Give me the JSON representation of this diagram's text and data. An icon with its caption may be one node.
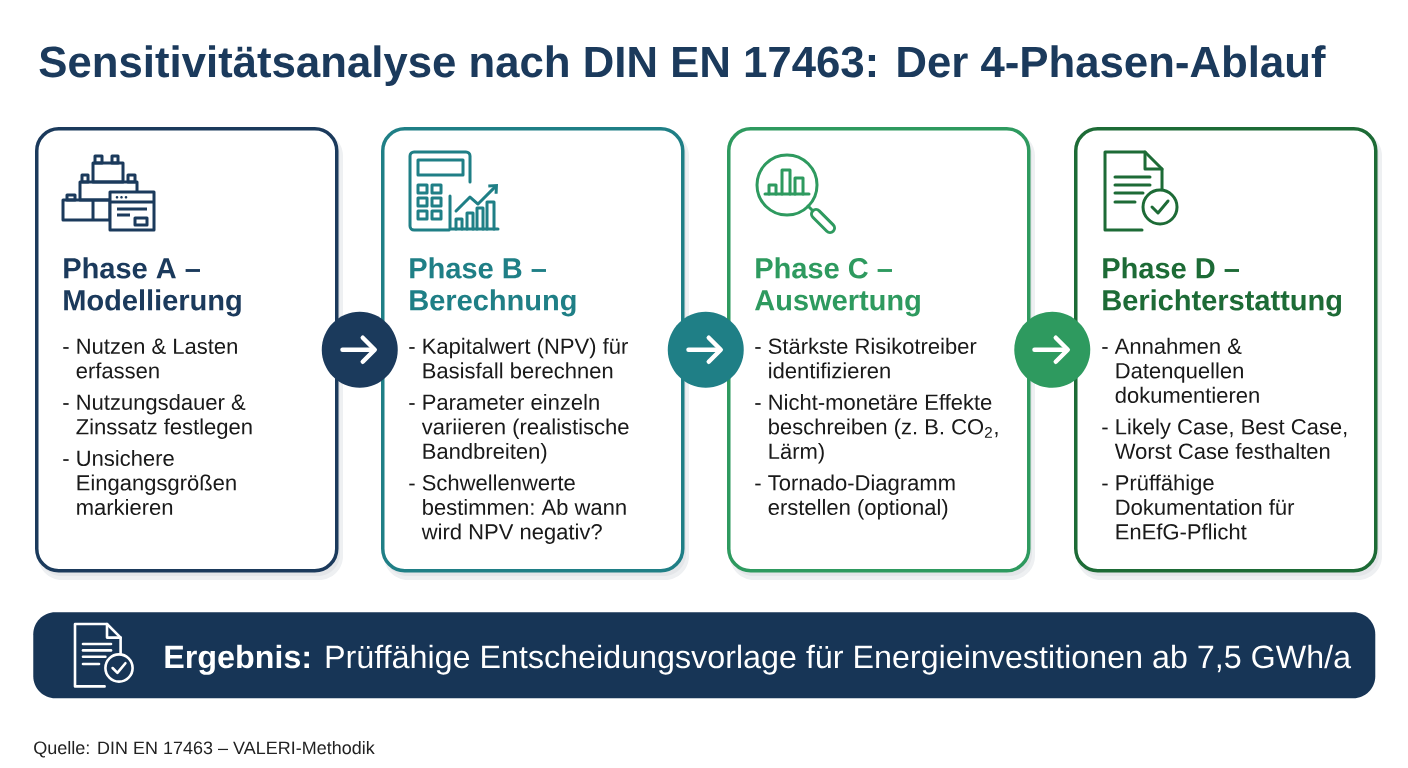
{
  "diagram": {
    "title": "Sensitivitätsanalyse nach DIN EN 17463: Der 4-Phasen-Ablauf",
    "nodes": [
      {
        "text": [
          "Phase A – Modellierung",
          "- Nutzen & Lasten erfassen",
          "- Nutzungsdauer & Zinssatz festlegen",
          "- Unsichere Eingangsgrößen markieren"
        ]
      },
      {
        "text": [
          "Phase B – Berechnung",
          "- Kapitalwert (NPV) für Basisfall berechnen",
          "- Parameter einzeln variieren (realistische Bandbreiten)",
          "- Schwellenwerte bestimmen: Ab wann wird NPV negativ?"
        ]
      },
      {
        "text": [
          "Phase C – Auswertung",
          "- Stärkste Risikotreiber identifizieren",
          "- Nicht-monetäre Effekte beschreiben (z. B. CO$_{2}$, Lärm)",
          "- Tornado-Diagramm erstellen (optional)"
        ]
      },
      {
        "text": [
          "Phase D – Berichterstattung",
          "- Annahmen & Datenquellen dokumentieren",
          "- Likely Case, Best Case, Worst Case festhalten",
          "- Prüffähige Dokumentation für EnEfG-Pflicht"
        ]
      },
      {
        "text": [
          "**Ergebnis:** Prüffähige Entscheidungsvorlage für Energieinvestitionen ab 7,5 GWh/a"
        ]
      }
    ],
    "edges": [
      {
        "from": 0,
        "to": 1,
        "arrow": "to"
      },
      {
        "from": 1,
        "to": 2,
        "arrow": "to"
      },
      {
        "from": 2,
        "to": 3,
        "arrow": "to"
      }
    ],
    "labels": [
      "Quelle: DIN EN 17463 – VALERI-Methodik"
    ]
  }
}
